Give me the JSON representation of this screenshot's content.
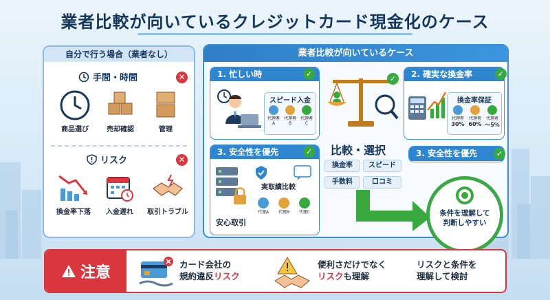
{
  "title": "業者比較が向いているクレジットカード現金化のケース",
  "left": {
    "header": "自分で行う場合（業者なし）",
    "section1": {
      "title": "手間・時間",
      "items": [
        "商品選び",
        "売却確認",
        "管理"
      ]
    },
    "section2": {
      "title": "リスク",
      "items": [
        "換金率下落",
        "入金遅れ",
        "取引トラブル"
      ]
    }
  },
  "right": {
    "header": "業者比較が向いているケース",
    "card1": {
      "title": "1. 忙しい時",
      "box_label": "スピード入金",
      "agents": [
        {
          "line1": "代理者",
          "line2": "A"
        },
        {
          "line1": "代理者",
          "line2": "B"
        },
        {
          "line1": "代理者",
          "line2": "C"
        }
      ]
    },
    "card2": {
      "title": "2. 確実な換金率",
      "box_label": "換金率保証",
      "agents": [
        {
          "line1": "代理者",
          "pct": "30%"
        },
        {
          "line1": "代理者",
          "pct": "60%"
        },
        {
          "line1": "代理者",
          "pct": "～5%"
        }
      ]
    },
    "card3": {
      "title": "3. 安全性を優先",
      "compare_label": "実取績比較",
      "safe_label": "安心取引",
      "agents": [
        "代理A",
        "代理B",
        "代理C"
      ]
    },
    "center": {
      "label": "比較・選択",
      "chips": [
        "換金率",
        "スピード",
        "手数料",
        "口コミ"
      ]
    },
    "card4": {
      "title": "3. 安全性を優先"
    },
    "result": {
      "line1": "条件を理解して",
      "line2": "判断しやすい"
    }
  },
  "warning": {
    "label": "注意",
    "item1": {
      "line1": "カード会社の",
      "line2_a": "規約違反",
      "line2_b": "リスク"
    },
    "item2": {
      "line1": "便利さだけでなく",
      "line2_a": "リスク",
      "line2_b": "も理解"
    },
    "item3": {
      "line1": "リスクと条件を",
      "line2": "理解して検討"
    }
  },
  "colors": {
    "accent_blue": "#2f86d0",
    "navy": "#16375c",
    "warning_red": "#d9363e",
    "success_green": "#37a93e"
  }
}
